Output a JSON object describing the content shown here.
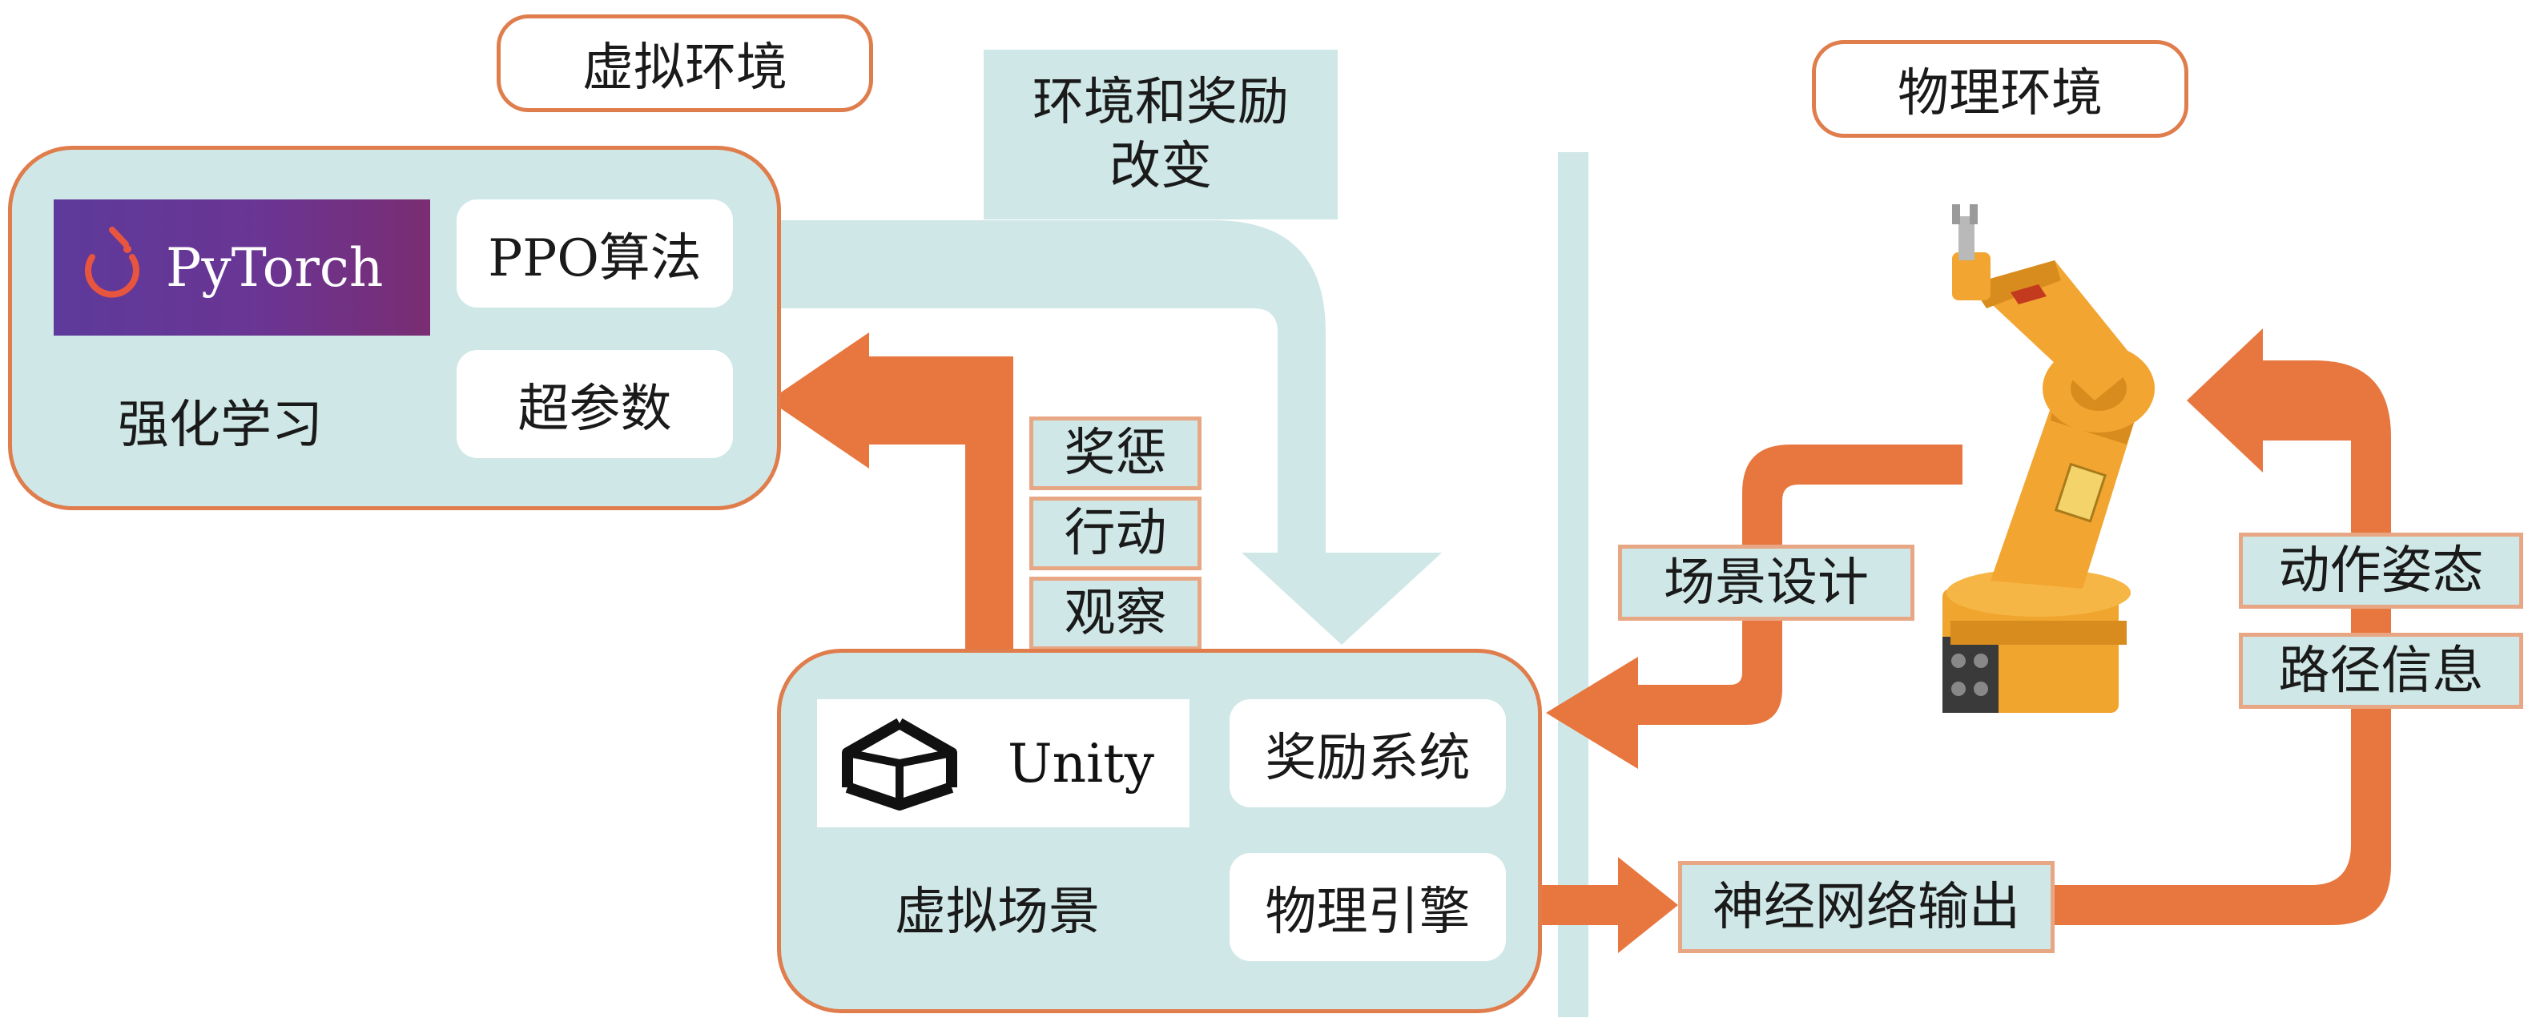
{
  "headers": {
    "virtual_env": "虚拟环境",
    "physical_env": "物理环境"
  },
  "top_tag": "环境和奖励改变",
  "rl_box": {
    "label": "强化学习",
    "logo_text": "PyTorch",
    "ppo": "PPO算法",
    "hyperparams": "超参数"
  },
  "loop_tags": {
    "reward_penalty": "奖惩",
    "action": "行动",
    "observation": "观察"
  },
  "scene_box": {
    "label": "虚拟场景",
    "logo_text": "Unity",
    "reward_system": "奖励系统",
    "physics_engine": "物理引擎"
  },
  "right_tags": {
    "scene_design": "场景设计",
    "motion_pose": "动作姿态",
    "path_info": "路径信息",
    "nn_output": "神经网络输出"
  },
  "colors": {
    "orange_arrow": "#e8773f",
    "teal_fill": "#cfe7e6",
    "border_orange": "#e07d4c",
    "robot_yellow": "#f2a531"
  },
  "icons": {
    "pytorch_logo": "pytorch-flame-icon",
    "unity_logo": "unity-cube-icon",
    "robot": "industrial-robot-arm-icon"
  }
}
